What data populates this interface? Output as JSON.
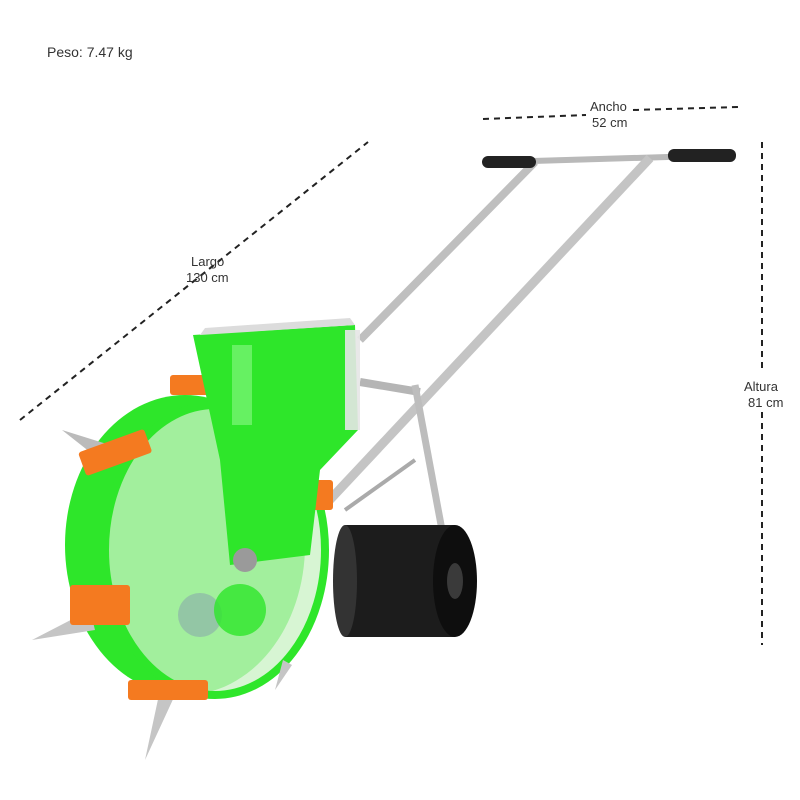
{
  "weight": {
    "text": "Peso: 7.47 kg"
  },
  "dimensions": {
    "length": {
      "label": "Largo",
      "value": "130 cm"
    },
    "width": {
      "label": "Ancho",
      "value": "52 cm"
    },
    "height": {
      "label": "Altura",
      "value": "81 cm"
    }
  },
  "colors": {
    "body": "#2ee62a",
    "accent": "#f47a20",
    "roller": "#1c1c1c",
    "frame": "#c8c8c8"
  }
}
